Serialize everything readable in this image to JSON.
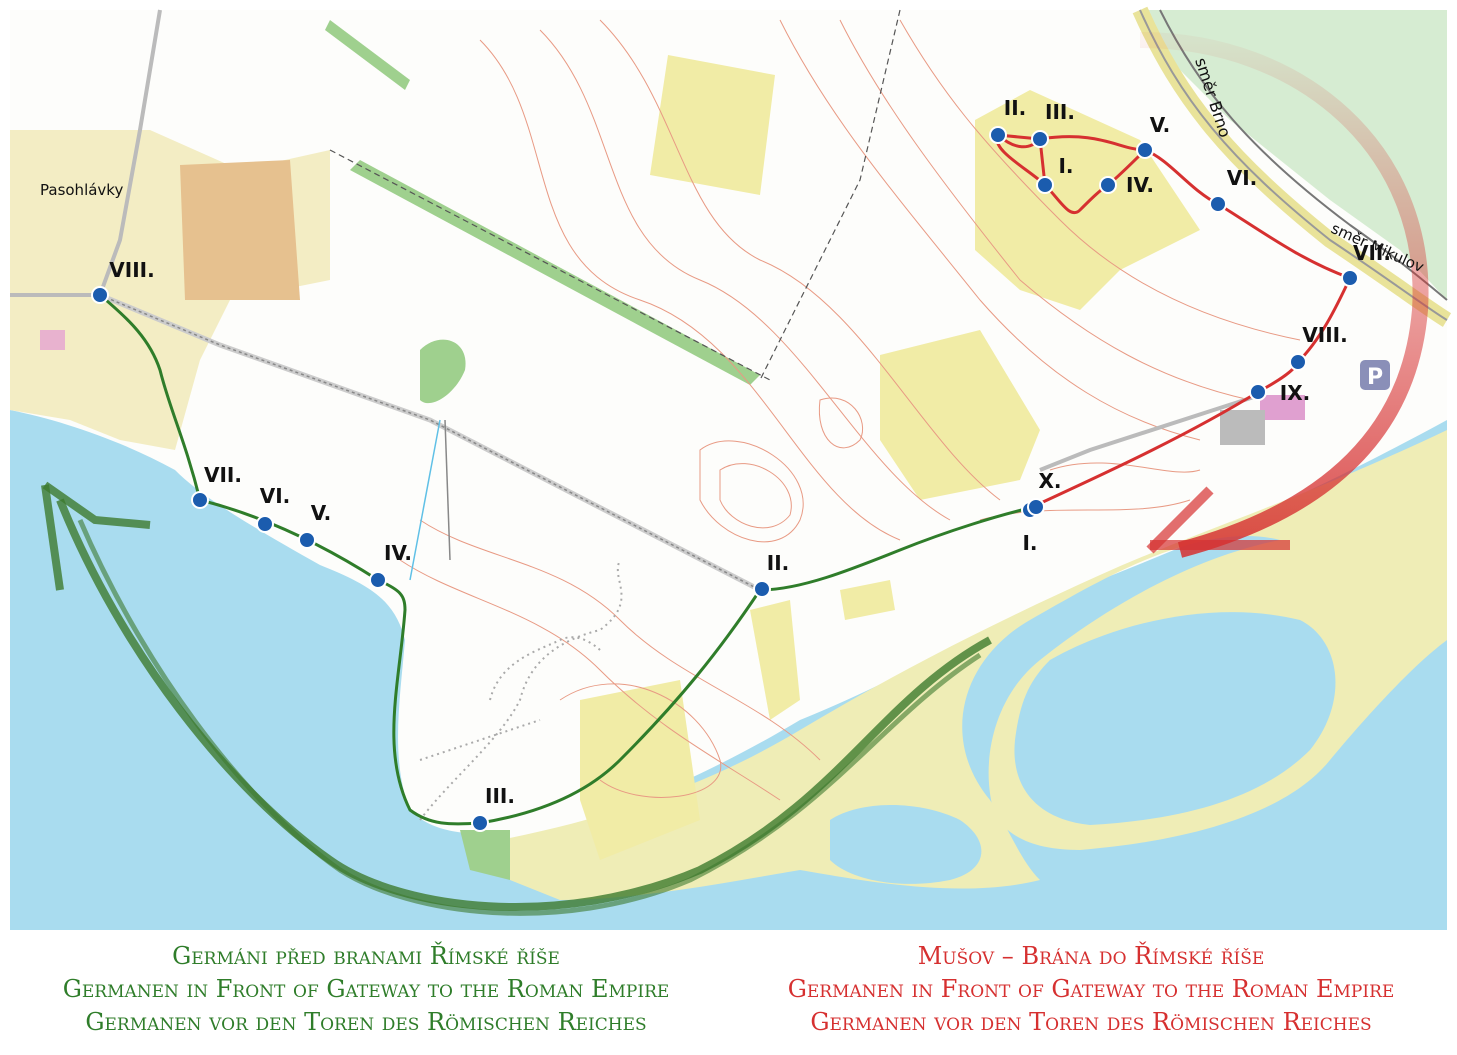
{
  "map": {
    "town_label": "Pasohlávky",
    "direction_brno": "směr Brno",
    "direction_mikulov": "směr Mikulov",
    "parking_symbol": "P"
  },
  "green_route": {
    "color": "#2f7d2a",
    "stops": [
      "I.",
      "II.",
      "III.",
      "IV.",
      "V.",
      "VI.",
      "VII.",
      "VIII."
    ]
  },
  "red_route": {
    "color": "#d63030",
    "stops": [
      "I.",
      "II.",
      "III.",
      "IV.",
      "V.",
      "VI.",
      "VII.",
      "VIII.",
      "IX.",
      "X."
    ]
  },
  "legend": {
    "green": {
      "line1": "Germáni před branami Římské říše",
      "line2": "Germanen in Front of Gateway to the Roman Empire",
      "line3": "Germanen vor den Toren des Römischen Reiches"
    },
    "red": {
      "line1": "Mušov – Brána do Římské říše",
      "line2": "Germanen in Front of Gateway to the Roman Empire",
      "line3": "Germanen vor den Toren des Römischen Reiches"
    }
  },
  "colors": {
    "water": "#a9dcef",
    "land": "#fdfdfb",
    "sand": "#efedb6",
    "contour": "#e89a84",
    "marker": "#1b5cae"
  }
}
